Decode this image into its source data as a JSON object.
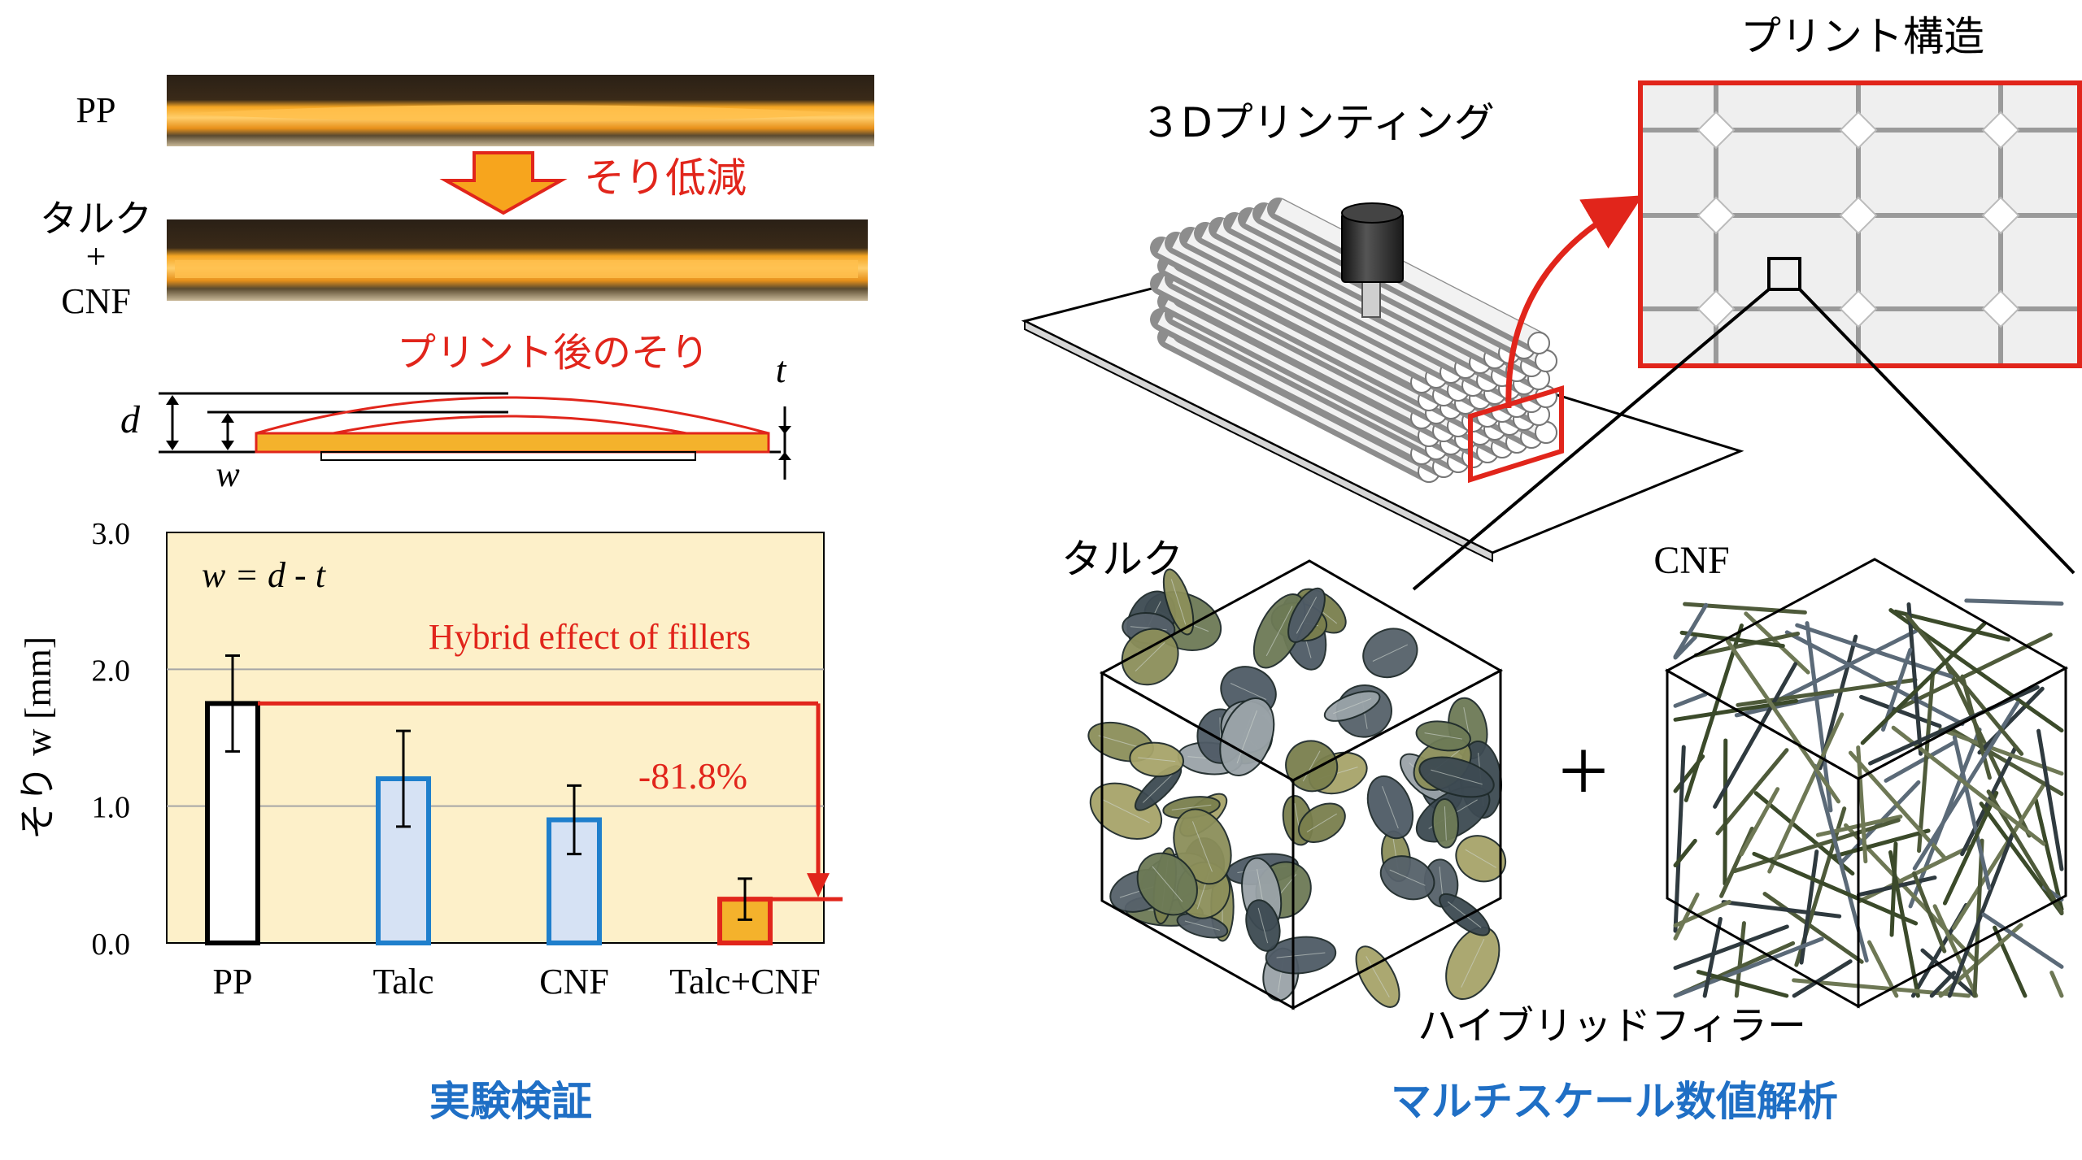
{
  "left_panel": {
    "samples": [
      {
        "label": "PP"
      },
      {
        "label_lines": [
          "タルク",
          "+",
          "CNF"
        ]
      }
    ],
    "arrow_note": "そり低減",
    "warp_title": "プリント後のそり",
    "symbol_d": "d",
    "symbol_w": "w",
    "symbol_t": "t",
    "caption": "実験検証"
  },
  "chart_data": {
    "type": "bar",
    "categories": [
      "PP",
      "Talc",
      "CNF",
      "Talc+CNF"
    ],
    "values": [
      1.75,
      1.2,
      0.9,
      0.32
    ],
    "errors": [
      0.35,
      0.35,
      0.25,
      0.15
    ],
    "ylim": [
      0,
      3.0
    ],
    "yticks": [
      "0.0",
      "1.0",
      "2.0",
      "3.0"
    ],
    "ylabel": "そり w [mm]",
    "formula": "w = d - t",
    "annotation": "Hybrid effect of fillers",
    "reduction_label": "-81.8%",
    "grid": true,
    "colors": {
      "plot_bg": "#fdf0c9",
      "pp_fill": "#ffffff",
      "pp_stroke": "#000000",
      "single_fill": "#d6e2f4",
      "single_stroke": "#1f7fcc",
      "hybrid_fill": "#f4b22c",
      "hybrid_stroke": "#e1251b",
      "annotation": "#e1251b"
    }
  },
  "right_panel": {
    "printing_title": "３Dプリンティング",
    "structure_title": "プリント構造",
    "talc_label": "タルク",
    "cnf_label": "CNF",
    "plus": "+",
    "hybrid_label": "ハイブリッドフィラー",
    "caption": "マルチスケール数値解析"
  }
}
